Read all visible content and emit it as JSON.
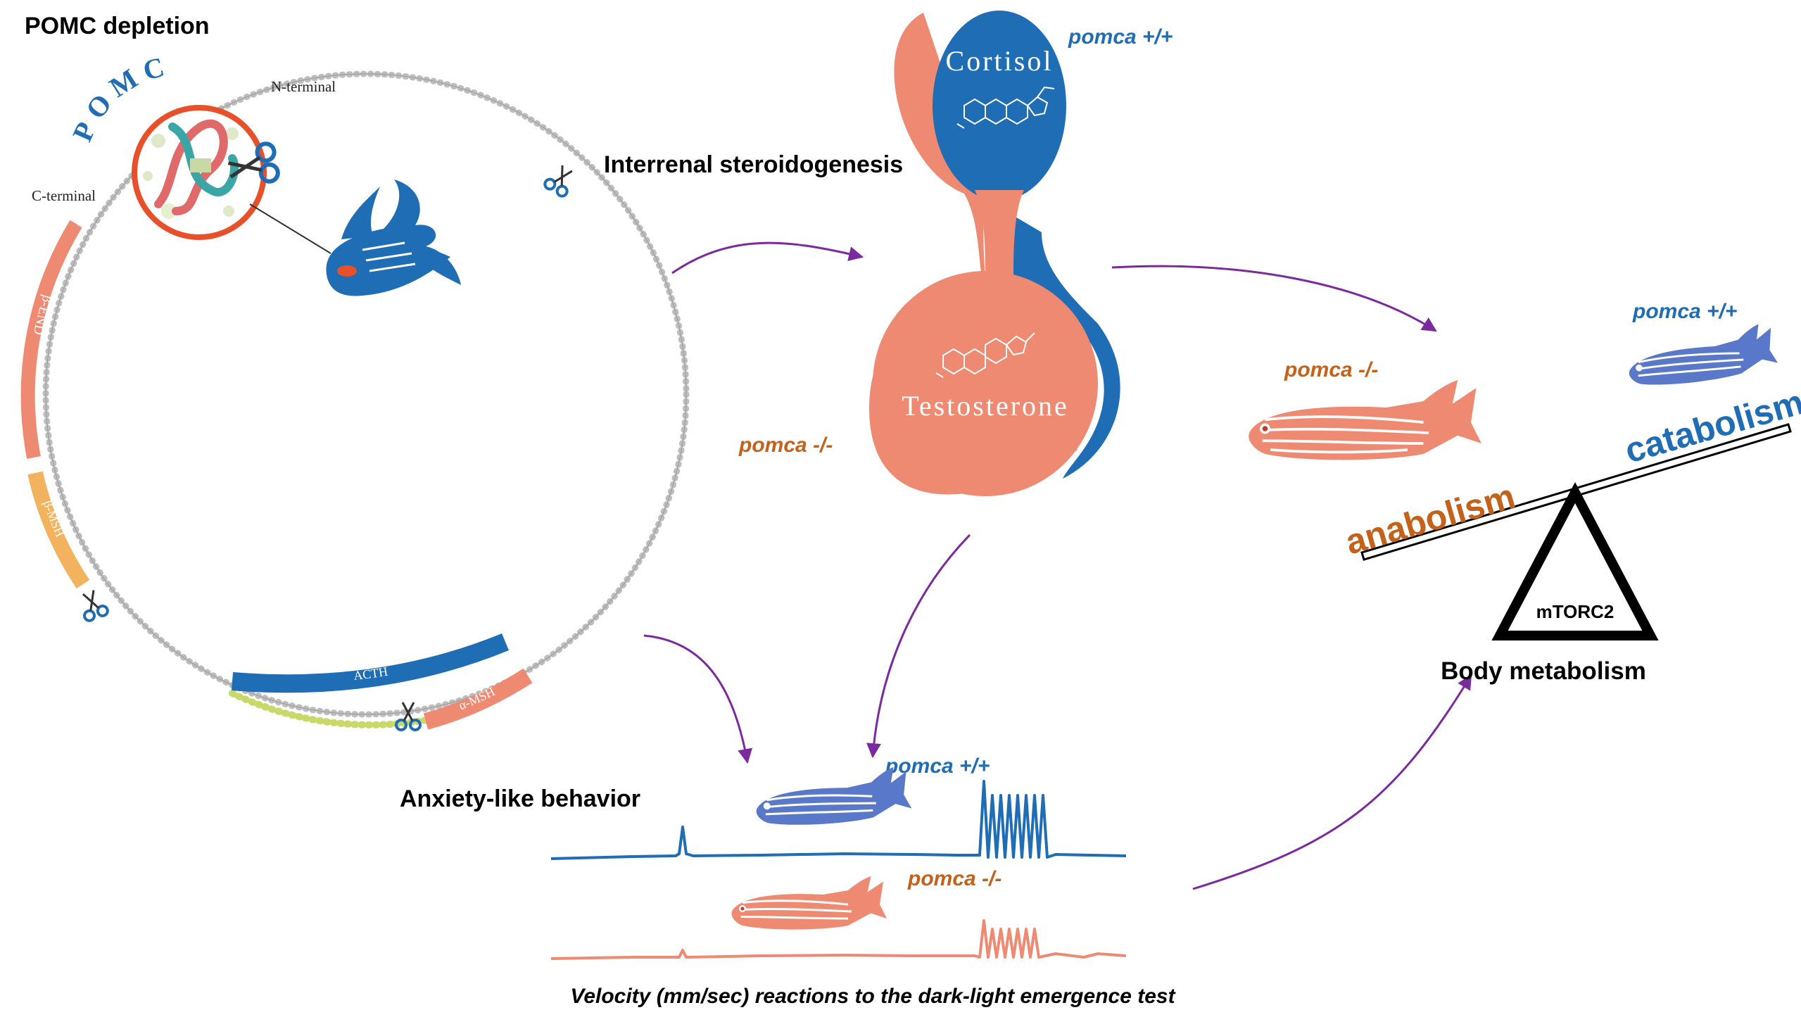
{
  "colors": {
    "blue": "#1f6db5",
    "salmon": "#ef8a72",
    "orange_text": "#c4611a",
    "purple_arrow": "#7a2a9e",
    "light_orange": "#f3b25e",
    "bead": "#c9c9c9",
    "bead_green": "#c8d96a"
  },
  "header": {
    "title": "POMC depletion"
  },
  "pomc": {
    "logo": "POMC",
    "n_terminal": "N-terminal",
    "c_terminal": "C-terminal",
    "segments": {
      "beta_end": "β-END",
      "beta_msh": "β-MSH",
      "acth": "ACTH",
      "alpha_msh": "α-MSH"
    }
  },
  "steroid": {
    "title": "Interrenal steroidogenesis",
    "cortisol": "Cortisol",
    "testosterone": "Testosterone",
    "wt_label": "pomca +/+",
    "ko_label": "pomca -/-"
  },
  "metabolism": {
    "wt_label": "pomca +/+",
    "ko_label": "pomca -/-",
    "anabolism": "anabolism",
    "catabolism": "catabolism",
    "fulcrum": "mTORC2",
    "title": "Body metabolism"
  },
  "behavior": {
    "title": "Anxiety-like behavior",
    "wt_label": "pomca +/+",
    "ko_label": "pomca -/-",
    "caption": "Velocity (mm/sec)  reactions to the dark-light emergence test"
  },
  "icons": [
    "scissors-icon",
    "dna-icon",
    "fish-icon",
    "zebrafish-icon",
    "arrow-icon"
  ]
}
